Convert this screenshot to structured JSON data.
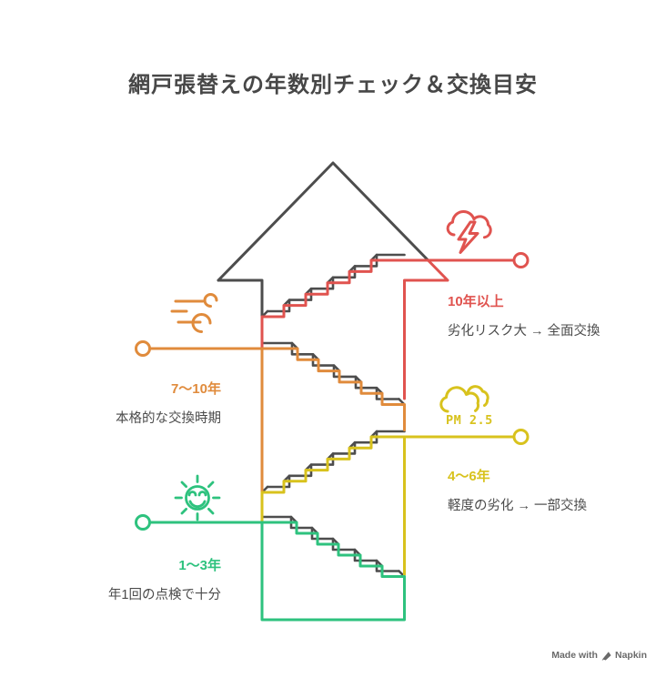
{
  "title": "網戸張替えの年数別チェック＆交換目安",
  "stages": [
    {
      "years": "1〜3年",
      "description": "年1回の点検で十分",
      "color": "#2ec27e",
      "icon": "sun-smile-icon",
      "side": "left"
    },
    {
      "years": "4〜6年",
      "description": "軽度の劣化 → 一部交換",
      "color": "#d8c21d",
      "icon": "pm25-cloud-icon",
      "side": "right"
    },
    {
      "years": "7〜10年",
      "description": "本格的な交換時期",
      "color": "#e08b3c",
      "icon": "wind-gust-icon",
      "side": "left"
    },
    {
      "years": "10年以上",
      "description": "劣化リスク大 → 全面交換",
      "color": "#e0534f",
      "icon": "storm-cloud-lightning-icon",
      "side": "right"
    }
  ],
  "icon_labels": {
    "pm25": "PM 2.5"
  },
  "watermark": {
    "made_with": "Made with",
    "brand": "Napkin"
  },
  "colors": {
    "outline": "#4d4d4d",
    "title_text": "#474747",
    "description_text": "#4b4b4b",
    "green": "#2ec27e",
    "yellow": "#d8c21d",
    "orange": "#e08b3c",
    "red": "#e0534f",
    "watermark_text": "#6a6a6a"
  }
}
